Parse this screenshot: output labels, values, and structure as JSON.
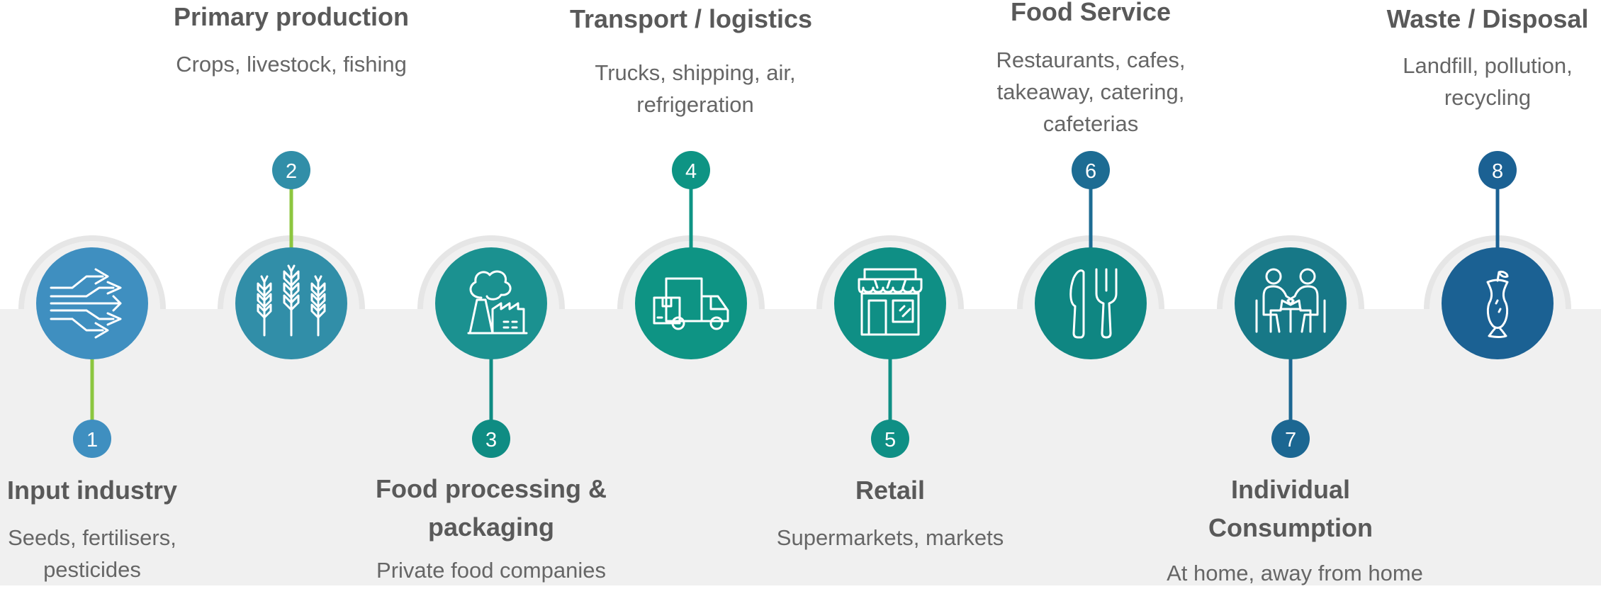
{
  "diagram": {
    "colors": {
      "background_band": "#f0f0f0",
      "band_rim": "#e6e6e6",
      "green_connector": "#8cc63f",
      "blue_circle": "#3f8fc0",
      "teal_circle": "#109488",
      "navy_circle": "#1b6193"
    },
    "steps": [
      {
        "number": "1",
        "title": "Input industry",
        "description": "Seeds, fertilisers, pesticides",
        "icon": "arrows-icon",
        "color": "#3f8fc0",
        "connector_color": "#8cc63f"
      },
      {
        "number": "2",
        "title": "Primary production",
        "description": "Crops, livestock, fishing",
        "icon": "wheat-icon",
        "color": "#318ea8",
        "connector_color": "#8cc63f"
      },
      {
        "number": "3",
        "title": "Food processing & packaging",
        "description": "Private food companies",
        "icon": "factory-icon",
        "color": "#1b9190",
        "connector_color": "#0f8c83"
      },
      {
        "number": "4",
        "title": "Transport / logistics",
        "description": "Trucks, shipping, air, refrigeration",
        "icon": "truck-icon",
        "color": "#0e9484",
        "connector_color": "#0e9484"
      },
      {
        "number": "5",
        "title": "Retail",
        "description": "Supermarkets, markets",
        "icon": "shop-icon",
        "color": "#0f8f85",
        "connector_color": "#0f8f85"
      },
      {
        "number": "6",
        "title": "Food Service",
        "description": "Restaurants, cafes, takeaway, catering, cafeterias",
        "icon": "cutlery-icon",
        "color": "#0f8682",
        "connector_color": "#1d6c93"
      },
      {
        "number": "7",
        "title": "Individual Consumption",
        "description": "At home, away from home",
        "icon": "dining-people-icon",
        "color": "#177887",
        "connector_color": "#1c6792"
      },
      {
        "number": "8",
        "title": "Waste / Disposal",
        "description": "Landfill, pollution, recycling",
        "icon": "apple-core-icon",
        "color": "#1b6193",
        "connector_color": "#1b6193"
      }
    ]
  }
}
